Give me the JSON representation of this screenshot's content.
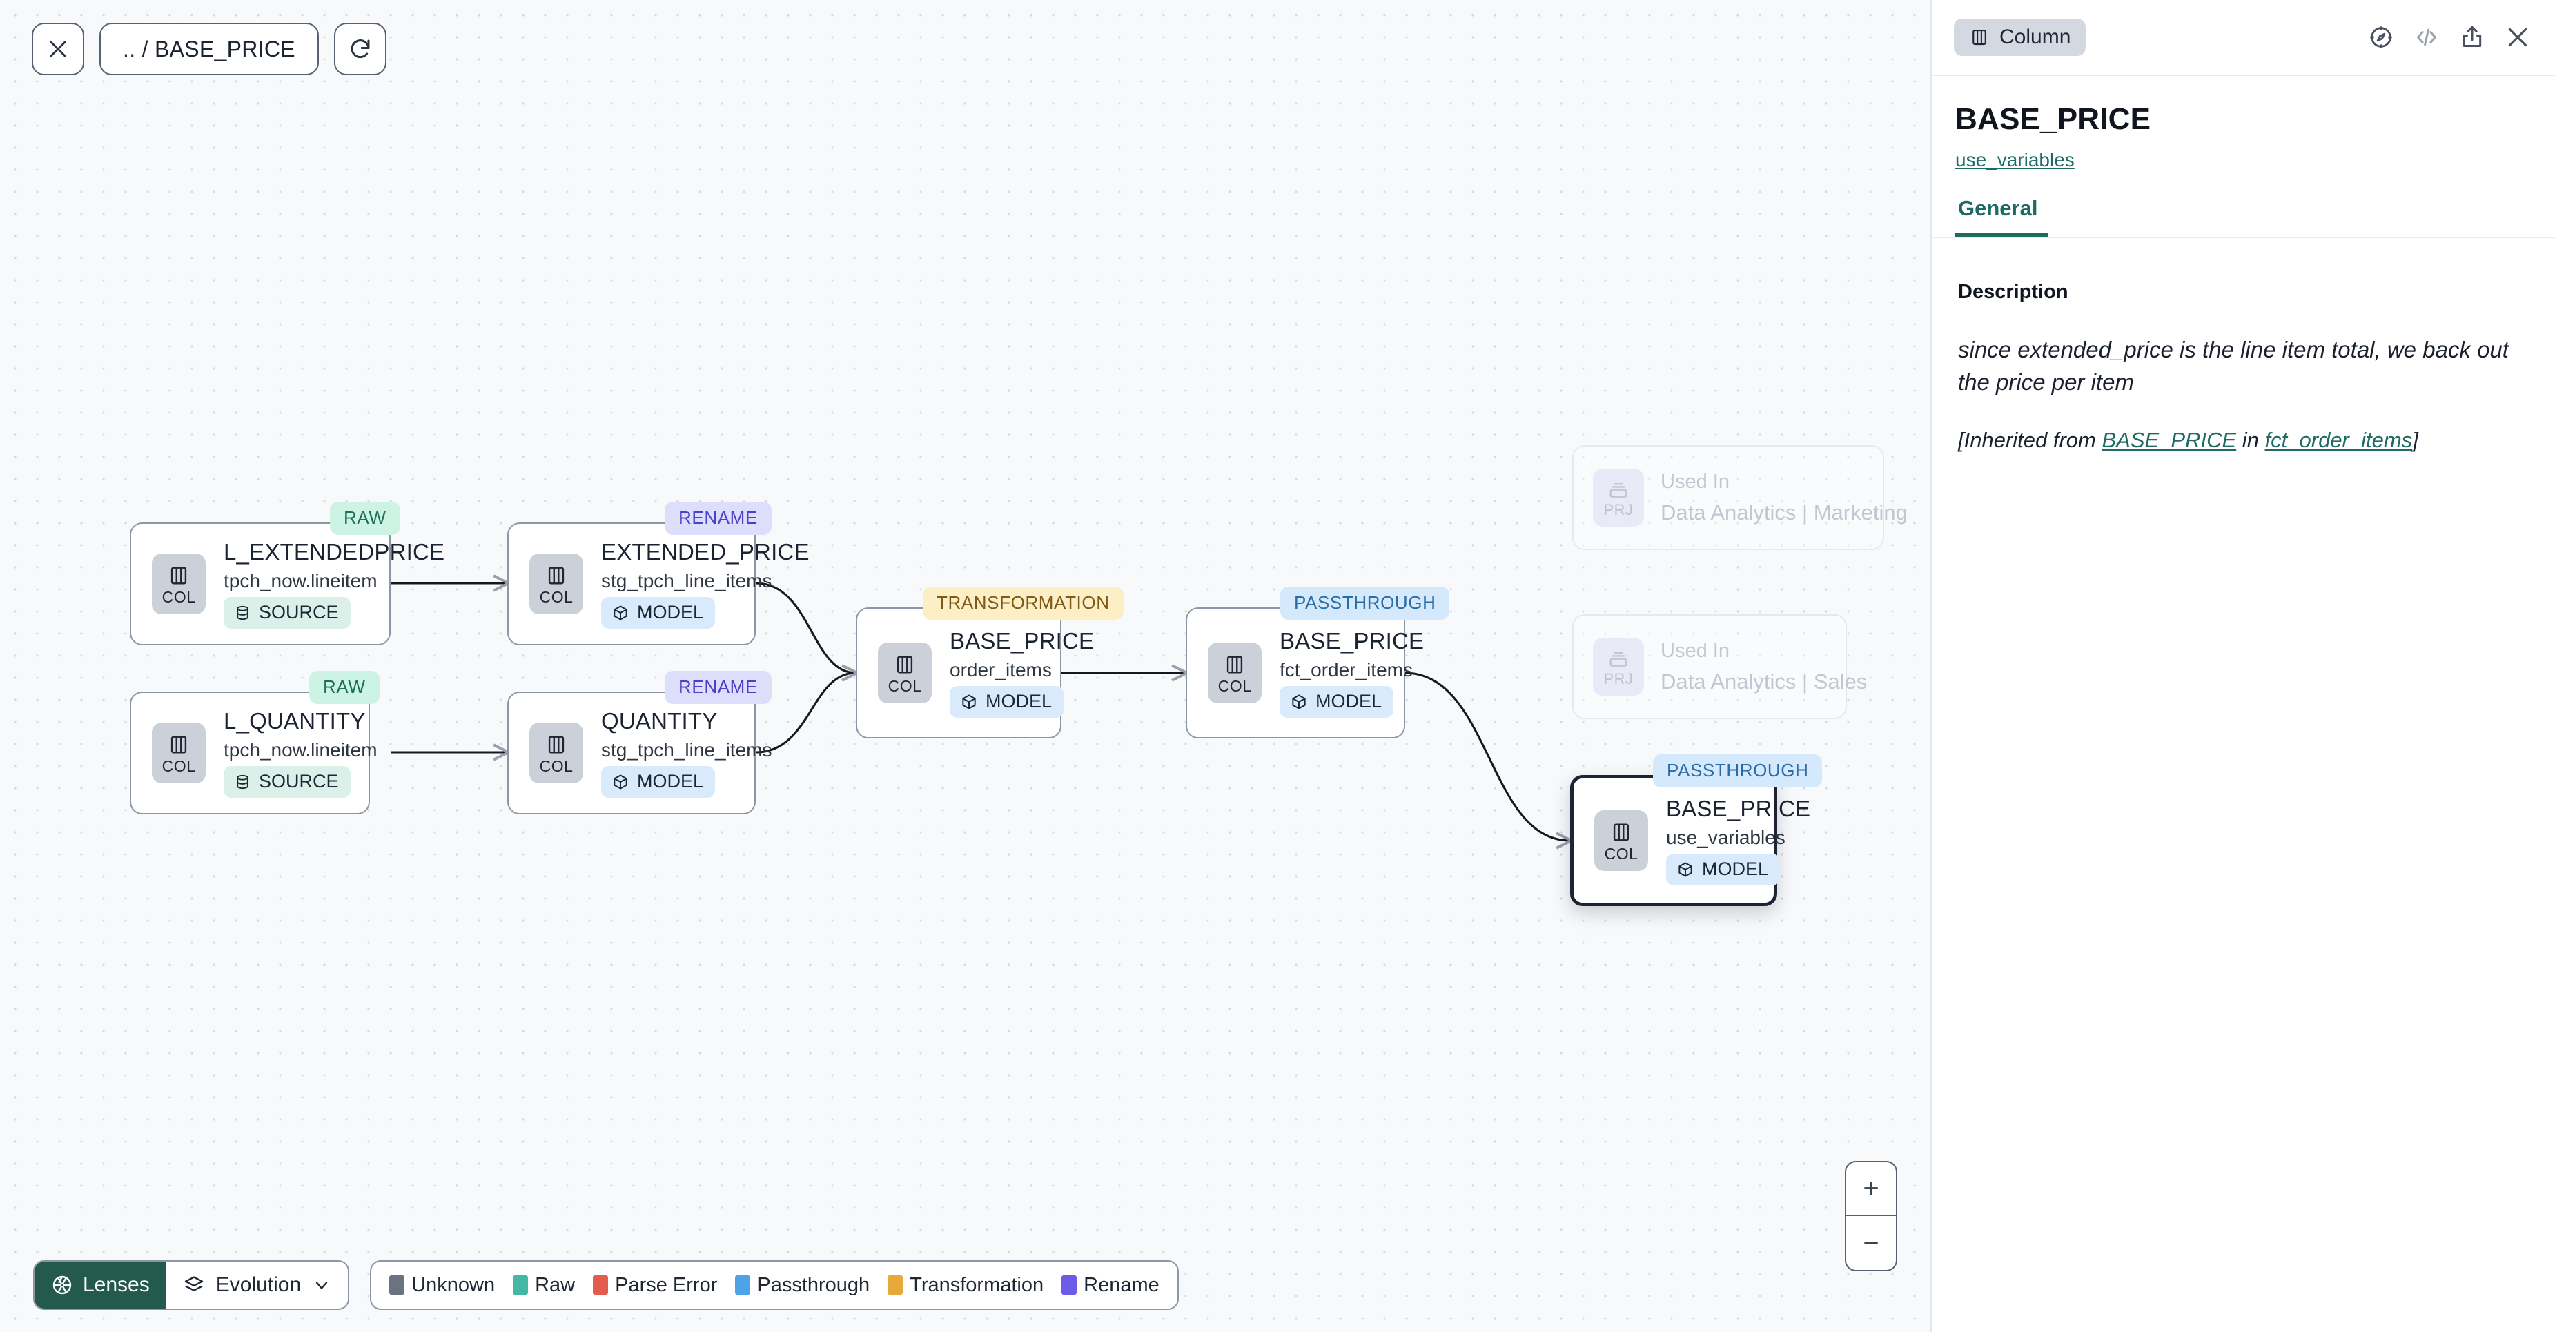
{
  "toolbar": {
    "close_icon": "close-icon",
    "breadcrumb": ".. / BASE_PRICE",
    "refresh_icon": "refresh-icon"
  },
  "graph": {
    "nodes": [
      {
        "id": "l_extendedprice",
        "title": "L_EXTENDEDPRICE",
        "subtitle": "tpch_now.lineitem",
        "kind": "COL",
        "badge": "SOURCE",
        "badge_type": "source",
        "tag": "RAW",
        "tag_type": "raw",
        "selected": false
      },
      {
        "id": "l_quantity",
        "title": "L_QUANTITY",
        "subtitle": "tpch_now.lineitem",
        "kind": "COL",
        "badge": "SOURCE",
        "badge_type": "source",
        "tag": "RAW",
        "tag_type": "raw",
        "selected": false
      },
      {
        "id": "extended_price",
        "title": "EXTENDED_PRICE",
        "subtitle": "stg_tpch_line_items",
        "kind": "COL",
        "badge": "MODEL",
        "badge_type": "model",
        "tag": "RENAME",
        "tag_type": "rename",
        "selected": false
      },
      {
        "id": "quantity",
        "title": "QUANTITY",
        "subtitle": "stg_tpch_line_items",
        "kind": "COL",
        "badge": "MODEL",
        "badge_type": "model",
        "tag": "RENAME",
        "tag_type": "rename",
        "selected": false
      },
      {
        "id": "base_price_order_items",
        "title": "BASE_PRICE",
        "subtitle": "order_items",
        "kind": "COL",
        "badge": "MODEL",
        "badge_type": "model",
        "tag": "TRANSFORMATION",
        "tag_type": "transformation",
        "selected": false
      },
      {
        "id": "base_price_fct_order_items",
        "title": "BASE_PRICE",
        "subtitle": "fct_order_items",
        "kind": "COL",
        "badge": "MODEL",
        "badge_type": "model",
        "tag": "PASSTHROUGH",
        "tag_type": "passthrough",
        "selected": false
      },
      {
        "id": "base_price_use_variables",
        "title": "BASE_PRICE",
        "subtitle": "use_variables",
        "kind": "COL",
        "badge": "MODEL",
        "badge_type": "model",
        "tag": "PASSTHROUGH",
        "tag_type": "passthrough",
        "selected": true
      }
    ],
    "ghost_nodes": [
      {
        "id": "used_in_marketing",
        "kind": "PRJ",
        "title": "Used In",
        "subtitle": "Data Analytics | Marketing"
      },
      {
        "id": "used_in_sales",
        "kind": "PRJ",
        "title": "Used In",
        "subtitle": "Data Analytics | Sales"
      }
    ]
  },
  "zoom_controls": {
    "zoom_in": "+",
    "zoom_out": "−"
  },
  "bottom_bar": {
    "lenses_label": "Lenses",
    "evolution_label": "Evolution",
    "legend": [
      {
        "label": "Unknown",
        "color": "#6b7280"
      },
      {
        "label": "Raw",
        "color": "#45b8a4"
      },
      {
        "label": "Parse Error",
        "color": "#e45c4e"
      },
      {
        "label": "Passthrough",
        "color": "#4da2e8"
      },
      {
        "label": "Transformation",
        "color": "#e8a93a"
      },
      {
        "label": "Rename",
        "color": "#6c5ce7"
      }
    ]
  },
  "panel": {
    "kind_chip": "Column",
    "actions": [
      "compass-icon",
      "code-icon",
      "share-icon",
      "close-icon"
    ],
    "title": "BASE_PRICE",
    "model_link": "use_variables",
    "tabs": [
      {
        "label": "General",
        "active": true
      }
    ],
    "description_label": "Description",
    "description_text": "since extended_price is the line item total, we back out the price per item",
    "inherited_prefix": "[Inherited from ",
    "inherited_link_1": "BASE_PRICE",
    "inherited_middle": " in ",
    "inherited_link_2": "fct_order_items",
    "inherited_suffix": "]"
  }
}
